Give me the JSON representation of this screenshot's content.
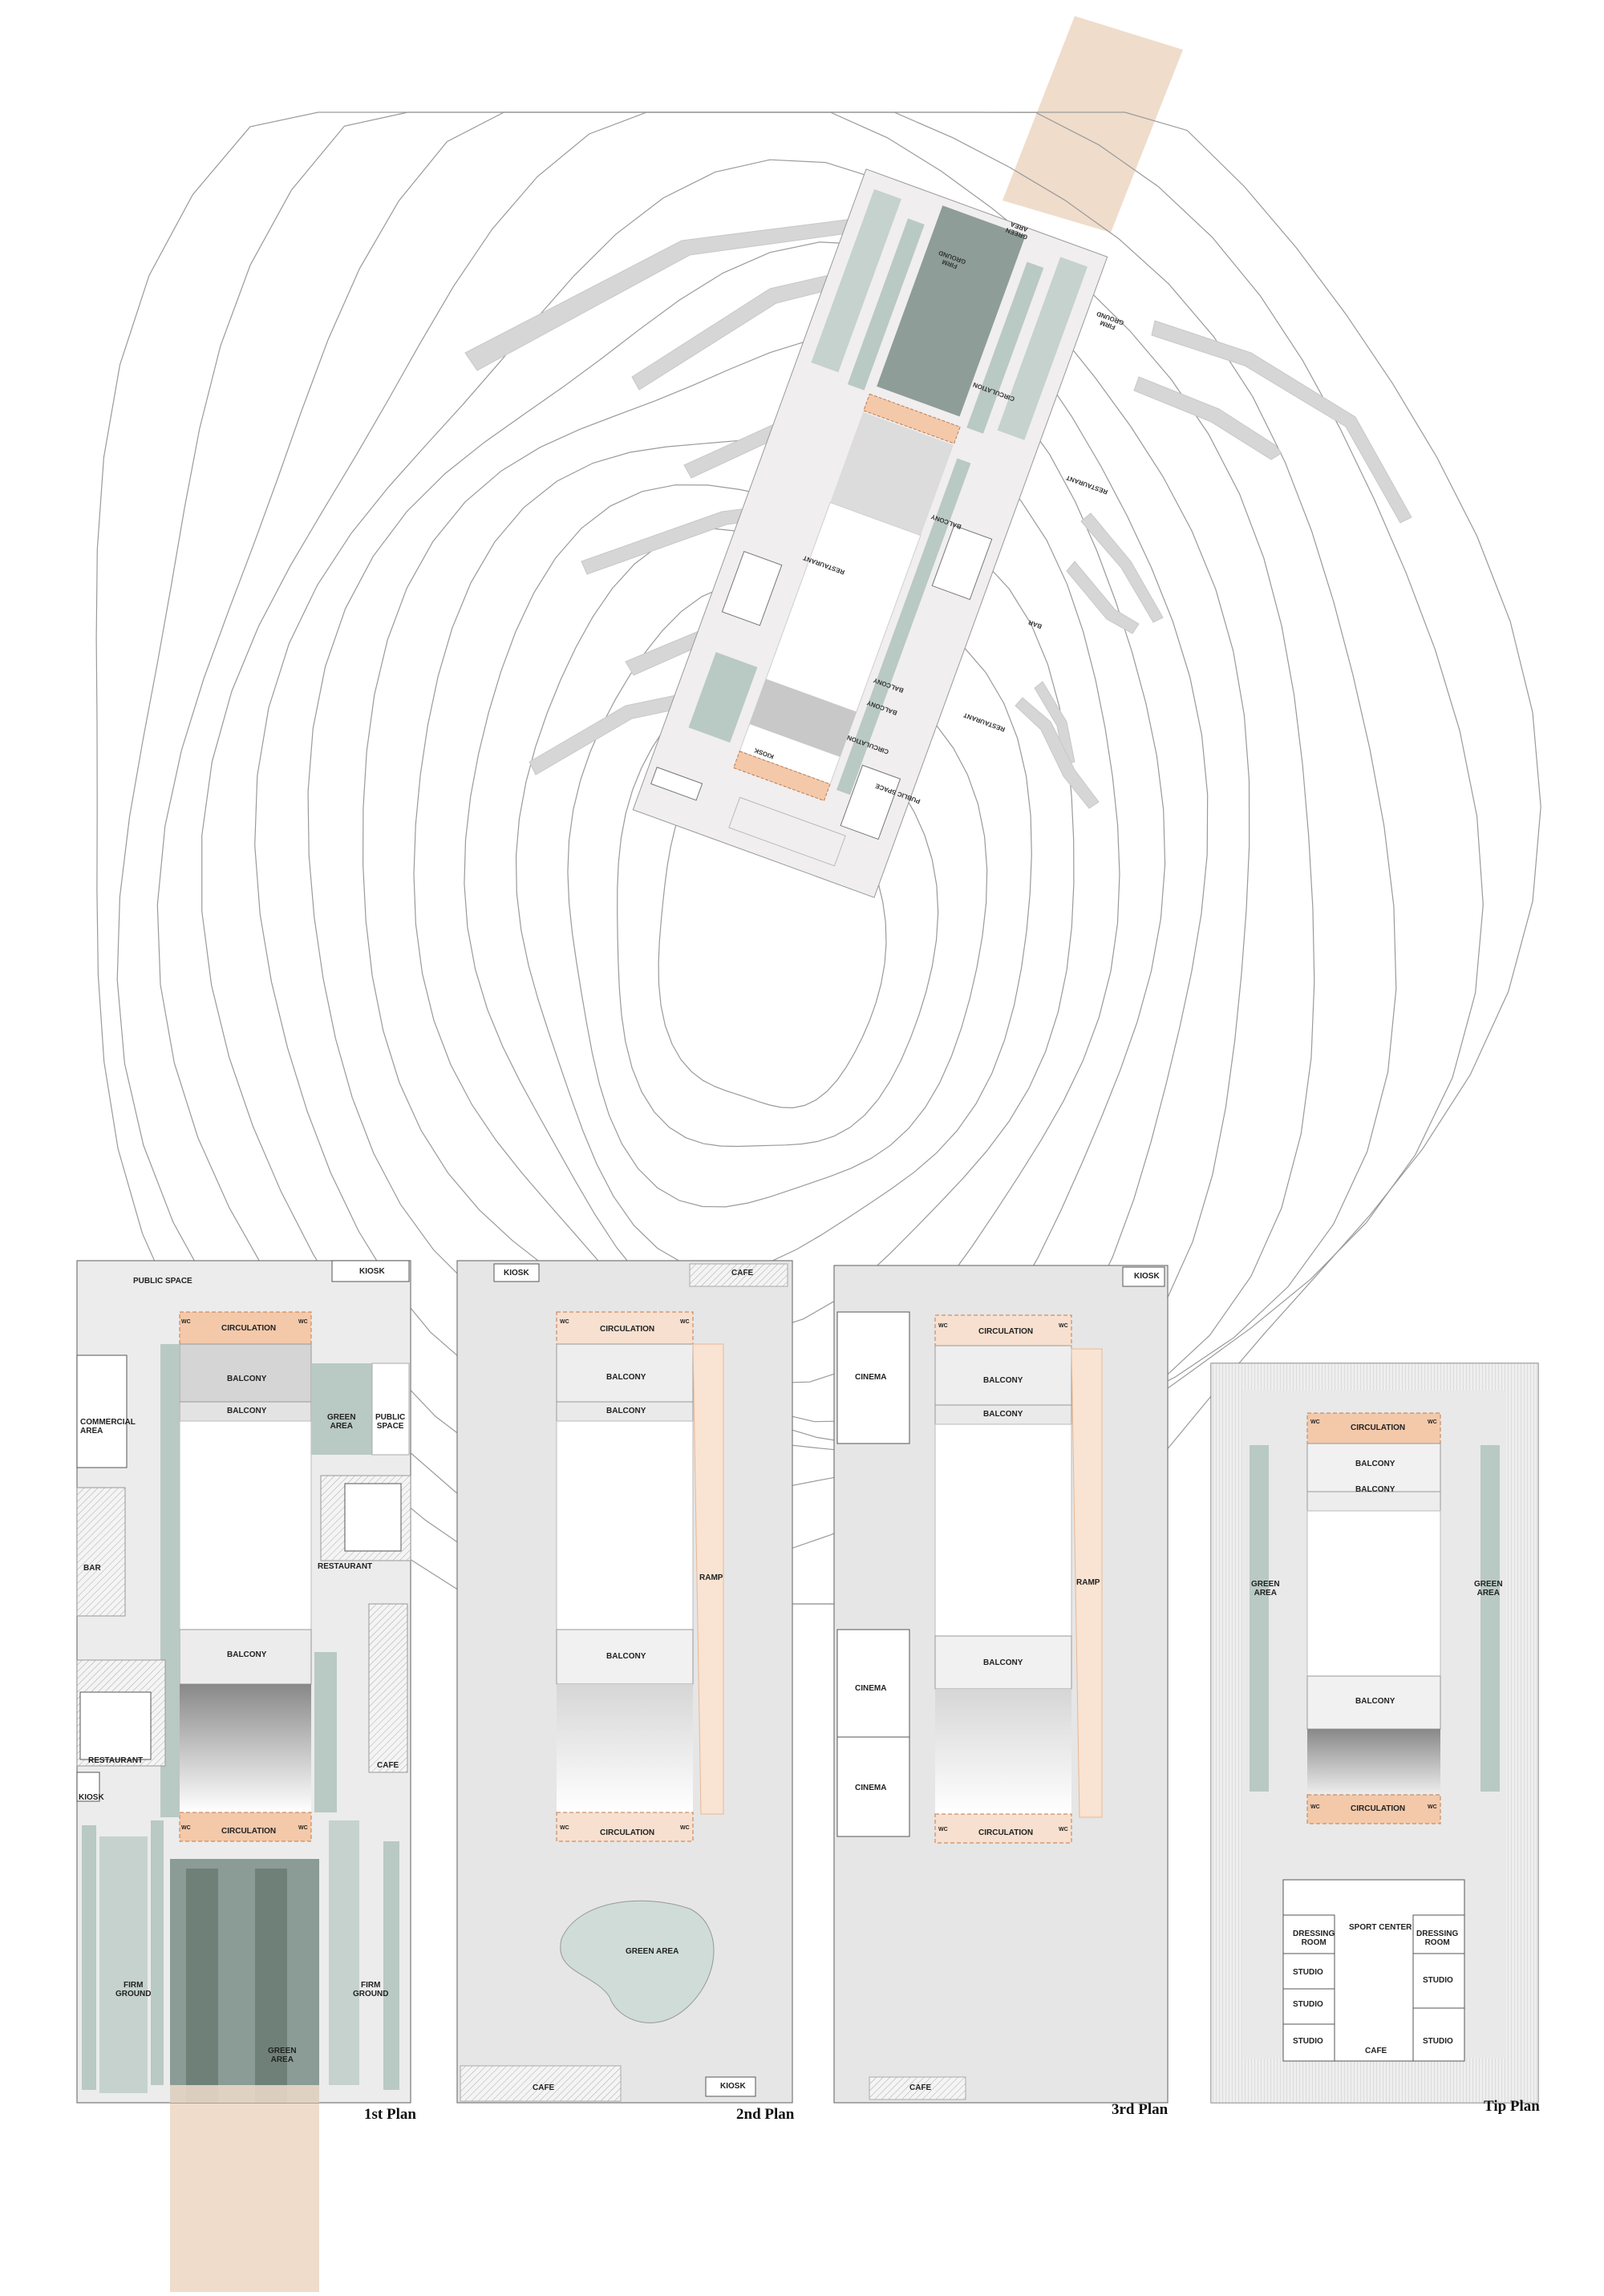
{
  "site": {
    "labels": {
      "firm_ground": "FIRM\nGROUND",
      "green_area": "GREEN\nAREA",
      "circulation": "CIRCULATION",
      "balcony": "BALCONY",
      "restaurant": "RESTAURANT",
      "bar": "BAR",
      "kiosk": "KIOSK",
      "public_space": "PUBLIC SPACE"
    }
  },
  "plans": {
    "first": {
      "title": "1st Plan",
      "public_space": "PUBLIC SPACE",
      "kiosk_top": "KIOSK",
      "circulation_top": "CIRCULATION",
      "balcony_1": "BALCONY",
      "balcony_2": "BALCONY",
      "green_area_mid": "GREEN\nAREA",
      "public_space_mid": "PUBLIC\nSPACE",
      "commercial_area": "COMMERCIAL\nAREA",
      "bar": "BAR",
      "restaurant_right": "RESTAURANT",
      "balcony_3": "BALCONY",
      "restaurant_left": "RESTAURANT",
      "cafe": "CAFE",
      "kiosk_left": "KIOSK",
      "circulation_bottom": "CIRCULATION",
      "firm_ground_left": "FIRM\nGROUND",
      "firm_ground_right": "FIRM\nGROUND",
      "green_area_bottom": "GREEN\nAREA",
      "wc": "WC"
    },
    "second": {
      "title": "2nd Plan",
      "kiosk_top": "KIOSK",
      "cafe_top": "CAFE",
      "circulation_top": "CIRCULATION",
      "balcony_1": "BALCONY",
      "balcony_2": "BALCONY",
      "ramp": "RAMP",
      "balcony_3": "BALCONY",
      "circulation_bottom": "CIRCULATION",
      "green_area": "GREEN AREA",
      "cafe_bottom": "CAFE",
      "kiosk_bottom": "KIOSK",
      "wc": "WC"
    },
    "third": {
      "title": "3rd Plan",
      "kiosk": "KIOSK",
      "circulation_top": "CIRCULATION",
      "cinema_1": "CINEMA",
      "balcony_1": "BALCONY",
      "balcony_2": "BALCONY",
      "ramp": "RAMP",
      "balcony_3": "BALCONY",
      "cinema_2": "CINEMA",
      "cinema_3": "CINEMA",
      "circulation_bottom": "CIRCULATION",
      "cafe": "CAFE",
      "wc": "WC"
    },
    "tip": {
      "title": "Tip Plan",
      "circulation_top": "CIRCULATION",
      "balcony_1": "BALCONY",
      "balcony_2": "BALCONY",
      "green_area_left": "GREEN\nAREA",
      "green_area_right": "GREEN\nAREA",
      "balcony_3": "BALCONY",
      "circulation_bottom": "CIRCULATION",
      "sport_center": "SPORT CENTER",
      "dressing_room_left": "DRESSING\nROOM",
      "dressing_room_right": "DRESSING\nROOM",
      "studio_1": "STUDIO",
      "studio_2": "STUDIO",
      "studio_3": "STUDIO",
      "studio_4": "STUDIO",
      "studio_5": "STUDIO",
      "cafe": "CAFE",
      "wc": "WC"
    }
  },
  "colors": {
    "path": "#efdccb",
    "green": "#b9c9c4",
    "dark_green": "#8a9c95",
    "floor": "#ececec",
    "circulation": "#f3c9aa",
    "balcony": "#dcdcdc",
    "contour": "#9a9a9a"
  }
}
